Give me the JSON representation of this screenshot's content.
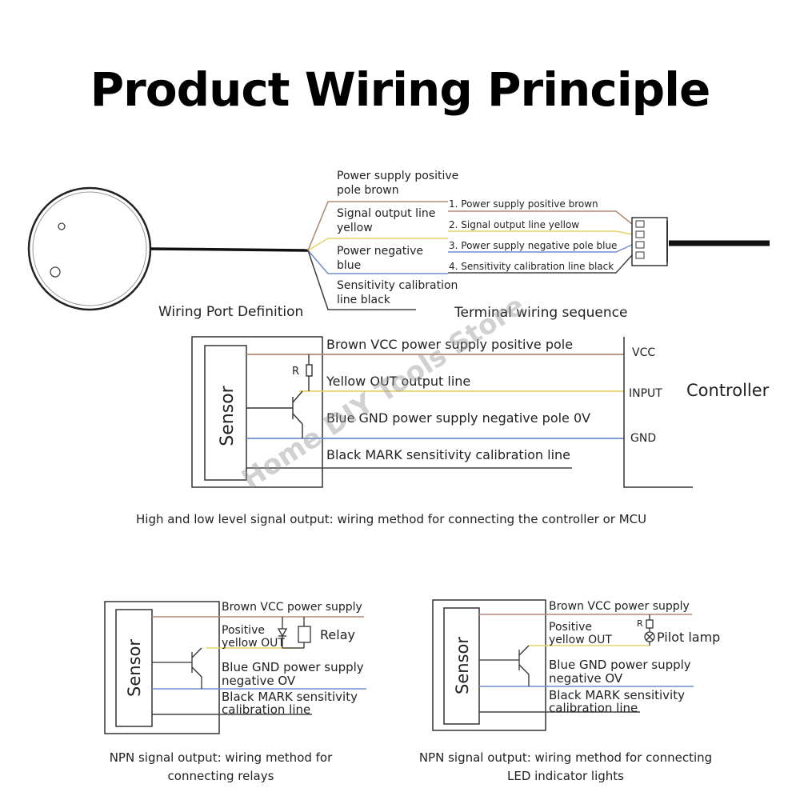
{
  "title": "Product Wiring Principle",
  "colors": {
    "brown": "#b38a78",
    "yellow": "#e6d36a",
    "blue": "#6f8fcf",
    "black": "#444444"
  },
  "wiring_port": {
    "labels": [
      "Power supply positive",
      "pole brown",
      "Signal output line",
      "yellow",
      "Power negative",
      "blue",
      "Sensitivity calibration",
      "line black"
    ],
    "caption": "Wiring Port Definition"
  },
  "terminal": {
    "items": [
      "1. Power supply positive brown",
      "2. Signal output line yellow",
      "3. Power supply negative pole blue",
      "4. Sensitivity calibration line black"
    ],
    "caption": "Terminal wiring sequence"
  },
  "controller_diagram": {
    "sensor_label": "Sensor",
    "resistor_label": "R",
    "lines": [
      "Brown VCC power supply positive pole",
      "Yellow OUT output line",
      "Blue GND power supply negative pole 0V",
      "Black MARK sensitivity calibration line"
    ],
    "terminals": [
      "VCC",
      "INPUT",
      "GND"
    ],
    "controller_label": "Controller",
    "caption": "High and low level signal output: wiring method for connecting the controller or MCU"
  },
  "relay_diagram": {
    "sensor_label": "Sensor",
    "lines": [
      "Brown VCC power supply",
      "Positive",
      "yellow OUT",
      "Blue GND power supply",
      "negative OV",
      "Black MARK sensitivity",
      "calibration line"
    ],
    "relay_label": "Relay",
    "caption": [
      "NPN signal output: wiring method for",
      "connecting relays"
    ]
  },
  "lamp_diagram": {
    "sensor_label": "Sensor",
    "lines": [
      "Brown VCC power supply",
      "Positive",
      "yellow OUT",
      "Blue GND power supply",
      "negative OV",
      "Black MARK sensitivity",
      "calibration line"
    ],
    "resistor_label": "R",
    "lamp_label": "Pilot lamp",
    "caption": [
      "NPN signal output: wiring method for connecting",
      "LED indicator lights"
    ]
  },
  "watermark": "Home DIY Tools Store"
}
